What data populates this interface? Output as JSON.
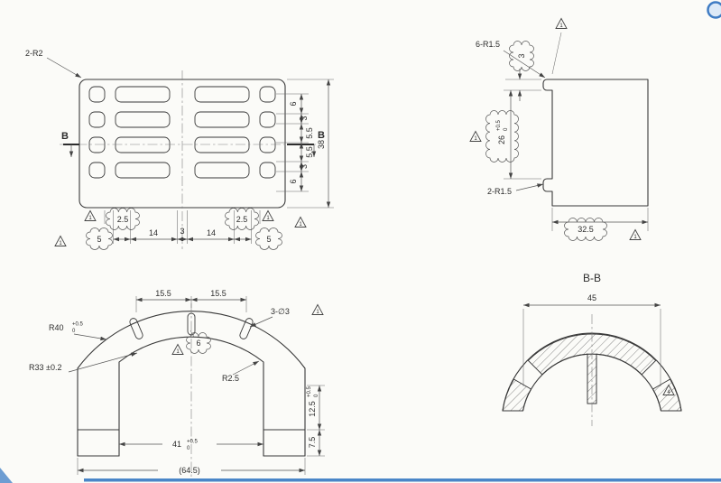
{
  "page": {
    "accent_blue": "#4a86c8",
    "paper": "#fbfbf8",
    "line": "#3a3a3a"
  },
  "plan": {
    "radius_note": "2-R2",
    "section_left": "B",
    "section_right": "B",
    "right_chain": [
      "6",
      "3",
      "5.5",
      "5.5",
      "3",
      "6"
    ],
    "overall_height": "38",
    "offset_left": "2.5",
    "offset_right": "2.5",
    "bottom_chain": [
      "5",
      "14",
      "3",
      "14",
      "5"
    ],
    "flags": [
      "1",
      "1",
      "1",
      "1"
    ]
  },
  "side": {
    "note_top": "6-R1.5",
    "note_bottom": "2-R1.5",
    "lip": "3",
    "height": "26",
    "height_tol_up": "+0.5",
    "height_tol_dn": "0",
    "width": "32.5",
    "flags": [
      "1",
      "1",
      "1"
    ]
  },
  "front": {
    "pitch_left": "15.5",
    "pitch_right": "15.5",
    "r_outer": "R40",
    "r_outer_tol_up": "+0.5",
    "r_outer_tol_dn": "0",
    "r_inner": "R33 ±0.2",
    "holes": "3-∅3",
    "slot_w": "6",
    "fillet": "R2.5",
    "inner_w": "41",
    "inner_w_tol_up": "+0.5",
    "inner_w_tol_dn": "0",
    "overall_w": "(64.5)",
    "step": "12.5",
    "step_tol_up": "+0.5",
    "step_tol_dn": "0",
    "foot": "7.5",
    "flags": [
      "1",
      "1"
    ]
  },
  "bb": {
    "title": "B-B",
    "width": "45",
    "flag": "4"
  }
}
